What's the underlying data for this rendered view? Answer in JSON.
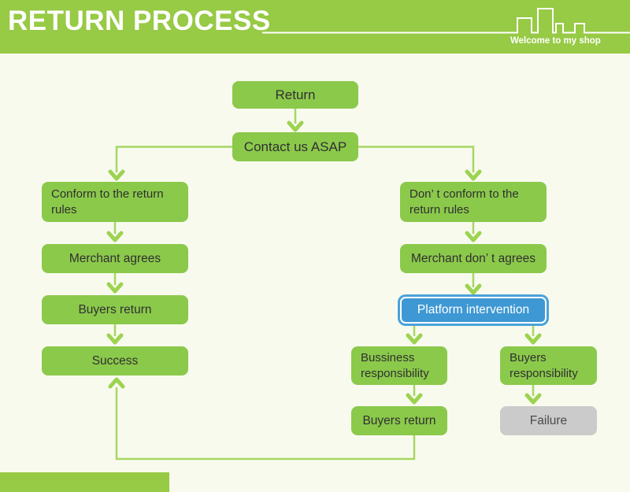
{
  "header": {
    "title": "RETURN PROCESS",
    "tagline": "Welcome to my shop"
  },
  "nodes": {
    "return": "Return",
    "contact": "Contact us ASAP",
    "conform": "Conform to the return rules",
    "merchant_agrees": "Merchant agrees",
    "buyers_return_left": "Buyers return",
    "success": "Success",
    "dont_conform": "Don’ t conform to the return rules",
    "merchant_dont_agrees": "Merchant don’ t agrees",
    "platform": "Platform intervention",
    "business_responsibility": "Bussiness responsibility",
    "buyers_responsibility": "Buyers responsibility",
    "buyers_return_right": "Buyers return",
    "failure": "Failure"
  },
  "colors": {
    "banner_green": "#97ca45",
    "node_green": "#8bc94b",
    "connector_green": "#a6d763",
    "arrow_green": "#9cd34f",
    "platform_blue": "#3e98d3",
    "platform_ring": "#4aa2da",
    "failure_gray": "#cbcbcb",
    "background": "#f8faee",
    "text_dark": "#303030"
  }
}
